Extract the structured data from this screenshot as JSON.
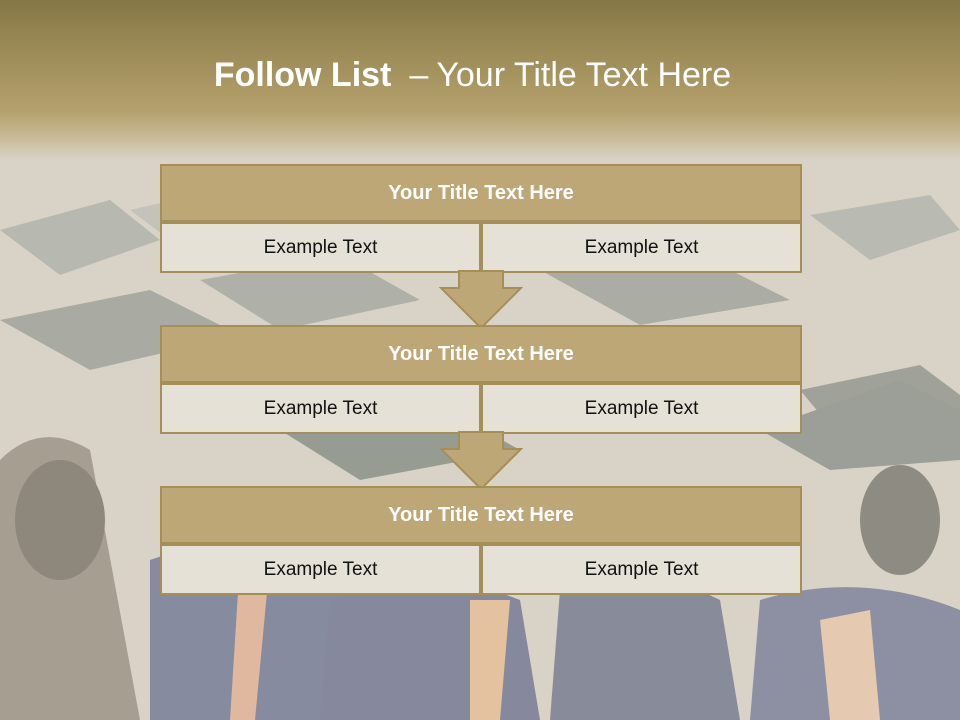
{
  "slide": {
    "title_bold": "Follow List",
    "title_separator": "–",
    "title_rest": "Your Title Text Here"
  },
  "steps": [
    {
      "title": "Your Title Text Here",
      "left": "Example Text",
      "right": "Example Text"
    },
    {
      "title": "Your Title Text Here",
      "left": "Example Text",
      "right": "Example Text"
    },
    {
      "title": "Your Title Text Here",
      "left": "Example Text",
      "right": "Example Text"
    }
  ],
  "colors": {
    "header_band": "#9e8d58",
    "box_title_fill": "#bea776",
    "box_border": "#a68f57",
    "cell_fill": "#e6e1d6",
    "arrow_fill": "#bea776"
  }
}
